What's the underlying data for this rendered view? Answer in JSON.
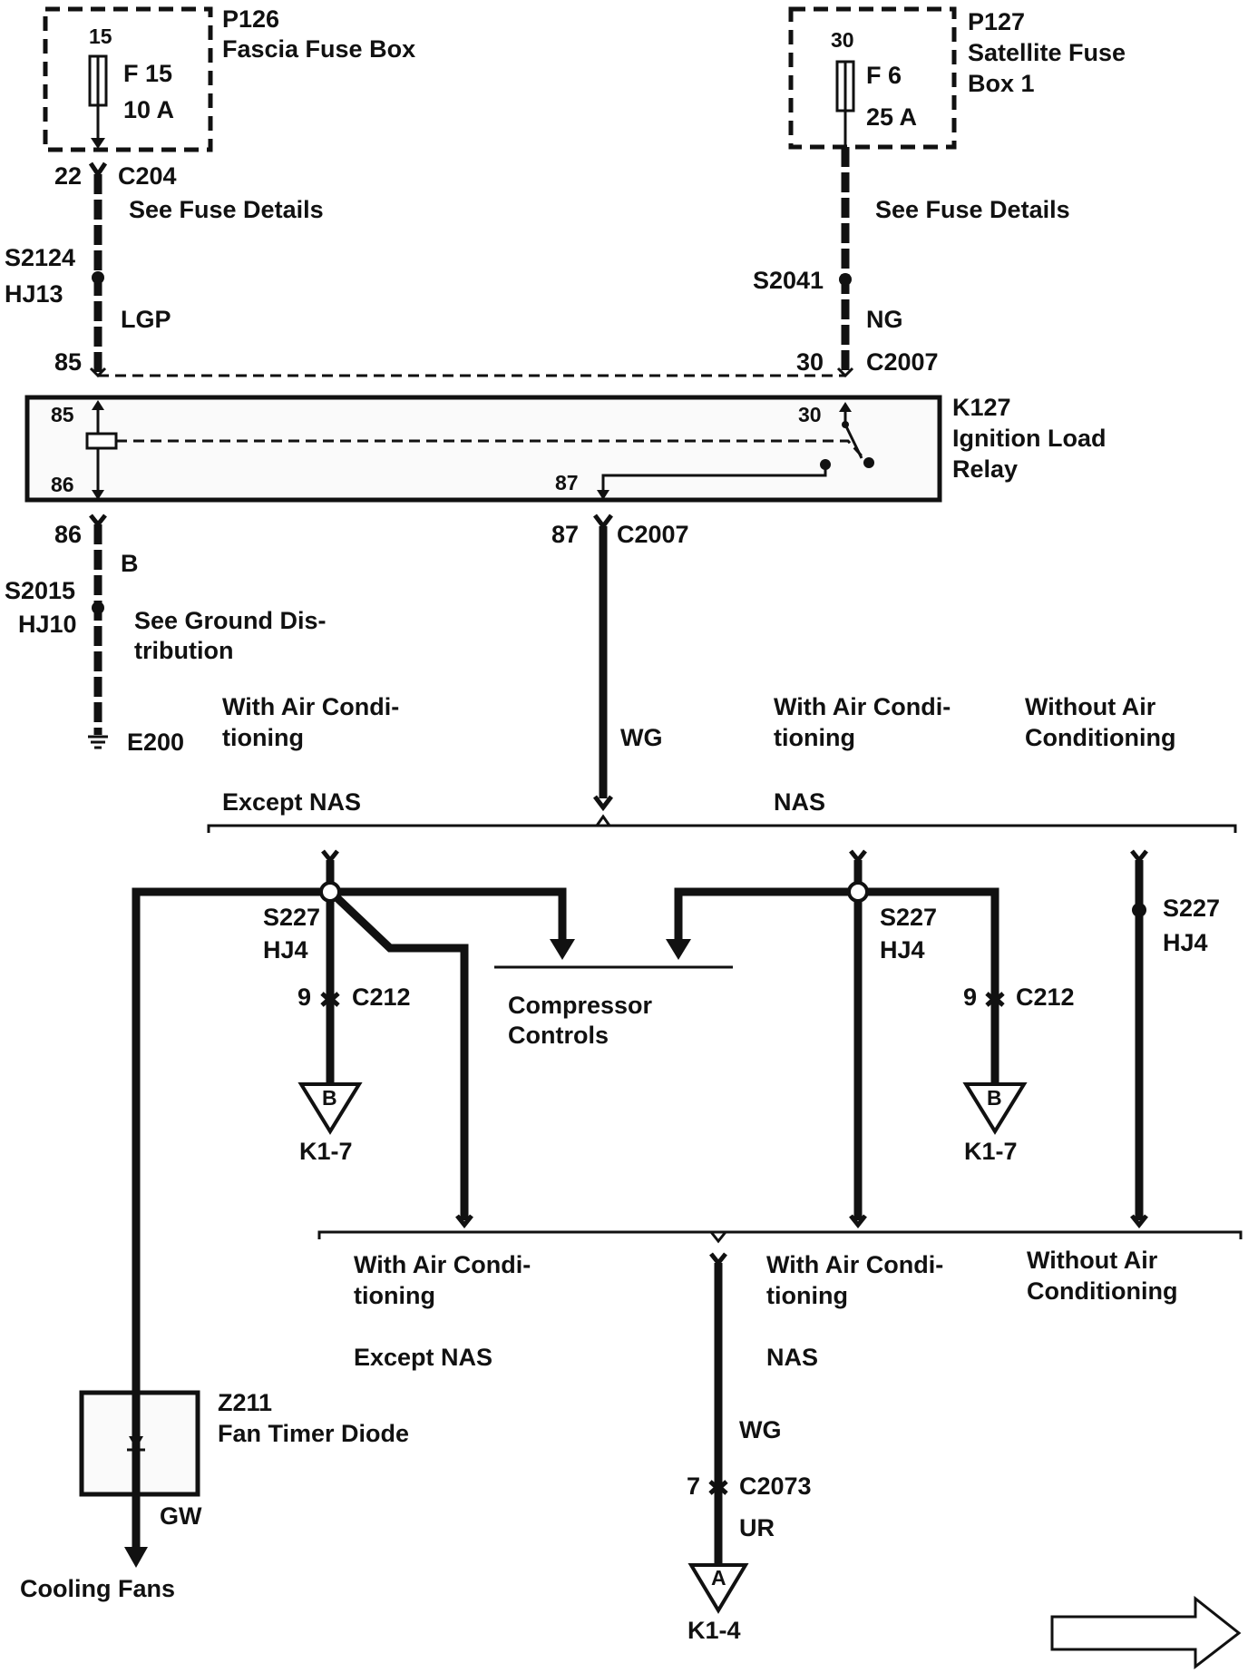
{
  "fuse_boxes": {
    "p126": {
      "id": "P126",
      "name": "Fascia Fuse Box",
      "cavity": "15",
      "fuse": "F 15",
      "rating": "10 A"
    },
    "p127": {
      "id": "P127",
      "name_line1": "Satellite Fuse",
      "name_line2": "Box 1",
      "cavity": "30",
      "fuse": "F 6",
      "rating": "25 A"
    }
  },
  "left_branch": {
    "c204_pin": "22",
    "c204": "C204",
    "see_fuse_details": "See Fuse Details",
    "splice": "S2124",
    "harness": "HJ13",
    "wire": "LGP",
    "relay_pin": "85"
  },
  "right_branch": {
    "see_fuse_details": "See Fuse Details",
    "splice": "S2041",
    "wire": "NG",
    "pin": "30",
    "connector": "C2007"
  },
  "relay": {
    "id": "K127",
    "name_line1": "Ignition Load",
    "name_line2": "Relay",
    "pin85": "85",
    "pin86": "86",
    "pin30": "30",
    "pin87": "87"
  },
  "ground": {
    "pin": "86",
    "wire": "B",
    "splice": "S2015",
    "harness": "HJ10",
    "note_line1": "See Ground Dis-",
    "note_line2": "tribution",
    "ground_point": "E200"
  },
  "output": {
    "pin": "87",
    "connector": "C2007",
    "wire": "WG"
  },
  "variant_top": {
    "a_line1": "With Air Condi-",
    "a_line2": "tioning",
    "a_sub": "Except NAS",
    "b_line1": "With Air Condi-",
    "b_line2": "tioning",
    "b_sub": "NAS",
    "c_line1": "Without Air",
    "c_line2": "Conditioning"
  },
  "splices_s227": {
    "left": {
      "splice": "S227",
      "harness": "HJ4",
      "pin": "9",
      "connector": "C212",
      "ref_letter": "B",
      "ref": "K1-7"
    },
    "mid": {
      "splice": "S227",
      "harness": "HJ4",
      "pin": "9",
      "connector": "C212",
      "ref_letter": "B",
      "ref": "K1-7"
    },
    "right": {
      "splice": "S227",
      "harness": "HJ4"
    }
  },
  "compressor": {
    "line1": "Compressor",
    "line2": "Controls"
  },
  "variant_bottom": {
    "a_line1": "With Air Condi-",
    "a_line2": "tioning",
    "a_sub": "Except NAS",
    "b_line1": "With Air Condi-",
    "b_line2": "tioning",
    "b_sub": "NAS",
    "c_line1": "Without Air",
    "c_line2": "Conditioning"
  },
  "diode": {
    "id": "Z211",
    "name": "Fan Timer Diode",
    "wire": "GW",
    "destination": "Cooling Fans"
  },
  "k1_4": {
    "wire": "WG",
    "pin": "7",
    "connector": "C2073",
    "wire2": "UR",
    "ref_letter": "A",
    "ref": "K1-4"
  }
}
